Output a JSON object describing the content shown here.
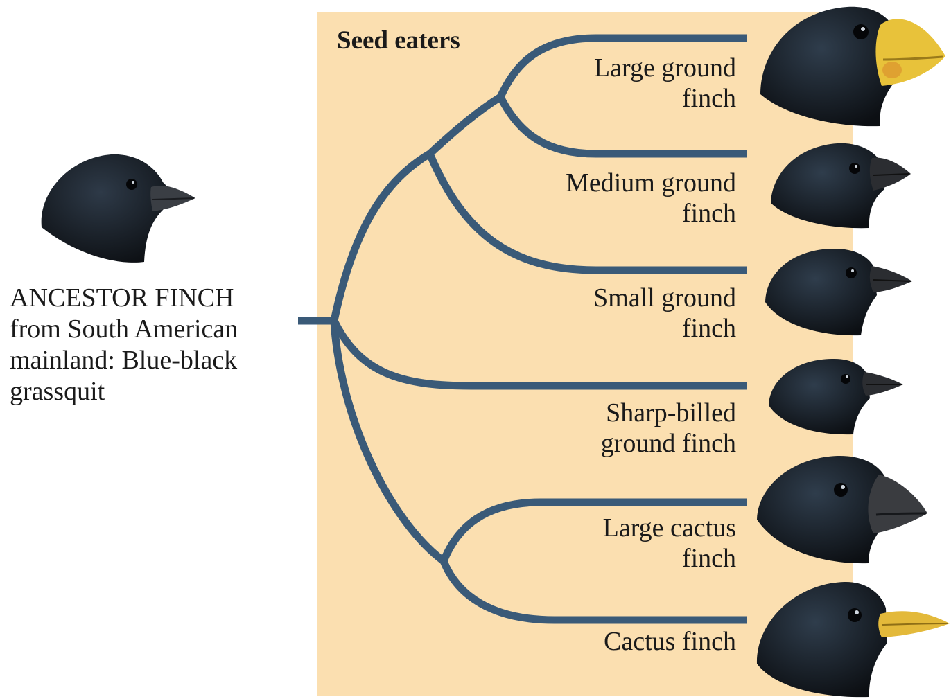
{
  "group_title": "Seed eaters",
  "ancestor": {
    "lines": [
      "ANCESTOR FINCH",
      "from  South American",
      "mainland: Blue-black",
      "grassquit"
    ]
  },
  "species": [
    {
      "lines": [
        "Large ground",
        "finch"
      ],
      "beak_color": "#e8c23a"
    },
    {
      "lines": [
        "Medium ground",
        "finch"
      ],
      "beak_color": "#2b2d31"
    },
    {
      "lines": [
        "Small ground",
        "finch"
      ],
      "beak_color": "#2b2d31"
    },
    {
      "lines": [
        "Sharp-billed",
        "ground finch"
      ],
      "beak_color": "#2b2d31"
    },
    {
      "lines": [
        "Large cactus",
        "finch"
      ],
      "beak_color": "#3a3c40"
    },
    {
      "lines": [
        "Cactus finch"
      ],
      "beak_color": "#e3b93a"
    }
  ],
  "colors": {
    "panel": "#fbdfb0",
    "branch": "#3a5a78",
    "feather": "#15191f"
  }
}
